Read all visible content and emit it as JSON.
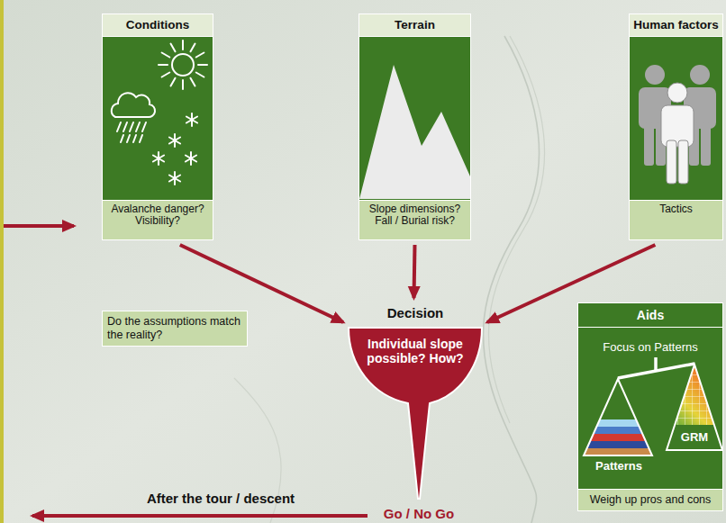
{
  "diagram": {
    "nodes": [
      {
        "text": [
          "Conditions",
          "Avalanche danger? Visibility?"
        ]
      },
      {
        "text": [
          "Terrain",
          "Slope dimensions? Fall / Burial risk?"
        ]
      },
      {
        "text": [
          "Human factors",
          "Tactics"
        ]
      },
      {
        "text": [
          "Decision",
          "Individual slope possible? How?"
        ]
      },
      {
        "text": [
          "Do the assumptions match the reality?"
        ]
      },
      {
        "text": [
          "Aids",
          "Focus on Patterns",
          "Weigh up pros and cons"
        ]
      }
    ],
    "edges": [
      {
        "from": 0,
        "to": 3,
        "arrow": "to"
      },
      {
        "from": 1,
        "to": 3,
        "arrow": "to"
      },
      {
        "from": 2,
        "to": 3,
        "arrow": "to"
      }
    ],
    "labels": [
      "Patterns",
      "GRM",
      "Go / No Go",
      "After the tour / descent"
    ]
  }
}
